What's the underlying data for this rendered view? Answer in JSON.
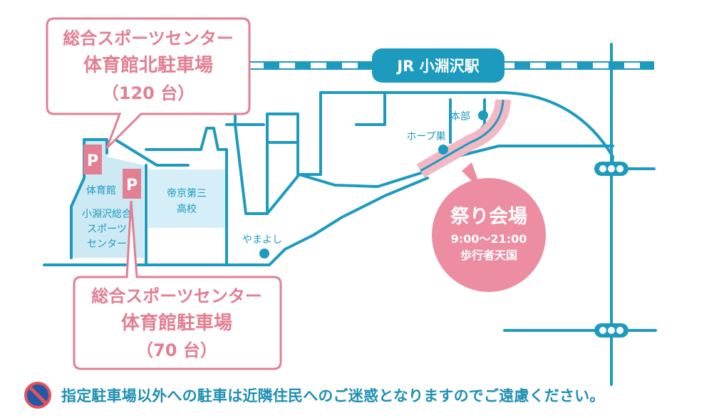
{
  "station": {
    "label": "JR 小淵沢駅"
  },
  "callout_north": {
    "line1": "総合スポーツセンター",
    "line2": "体育館北駐車場",
    "line3": "（120 台）"
  },
  "callout_south": {
    "line1": "総合スポーツセンター",
    "line2": "体育館駐車場",
    "line3": "（70 台）"
  },
  "venue": {
    "title": "祭り会場",
    "hours": "9:00〜21:00",
    "note": "歩行者天国"
  },
  "places": {
    "gym": "体育館",
    "sports_center_line1": "小淵沢総合",
    "sports_center_line2": "スポーツ",
    "sports_center_line3": "センター",
    "school_line1": "帝京第三",
    "school_line2": "高校",
    "honbu": "本部",
    "hope_su": "ホープ巣",
    "yamayoshi": "やまよし"
  },
  "parking": {
    "symbol": "P"
  },
  "notice": {
    "text": "指定駐車場以外への駐車は近隣住民へのご迷惑となりますのでご遠慮ください。"
  },
  "colors": {
    "road": "#1d9bbf",
    "rail": "#1d9bbf",
    "pink": "#e27f93",
    "pink_light": "#f2b8c4",
    "venue_fill": "#ec8da1",
    "sports_area": "#cde9f3",
    "school_area": "#d5eef7",
    "no_parking_red": "#e8505b",
    "no_parking_blue": "#1e5aa8"
  }
}
